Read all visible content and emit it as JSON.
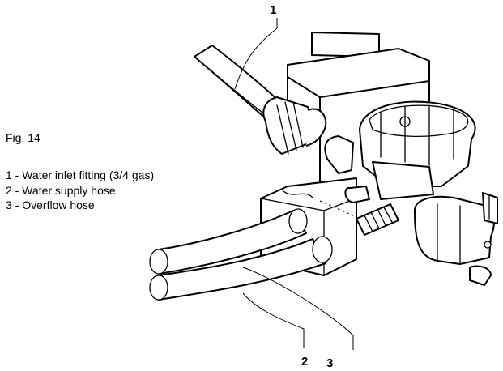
{
  "figure": {
    "title": "Fig.  14",
    "legend": [
      "1 - Water inlet fitting (3/4 gas)",
      "2 - Water supply hose",
      "3 - Overflow hose"
    ],
    "callouts": [
      "1",
      "2",
      "3"
    ]
  }
}
